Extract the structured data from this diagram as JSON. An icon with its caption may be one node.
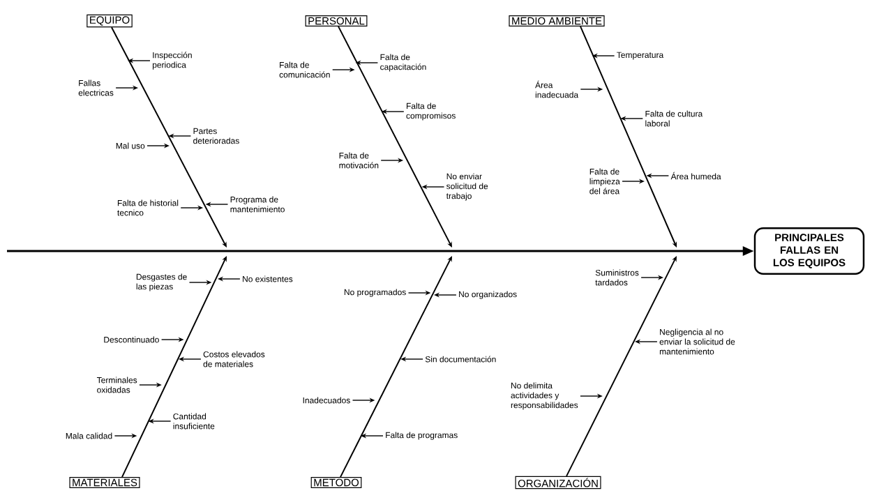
{
  "diagram": {
    "nodes": [
      {
        "text": [
          "EQUIPO"
        ]
      },
      {
        "text": [
          "PERSONAL"
        ]
      },
      {
        "text": [
          "MEDIO AMBIENTE"
        ]
      },
      {
        "text": [
          "MATERIALES"
        ]
      },
      {
        "text": [
          "METODO"
        ]
      },
      {
        "text": [
          "ORGANIZACIÓN"
        ]
      },
      {
        "text": [
          "PRINCIPALES FALLAS EN LOS EQUIPOS"
        ]
      },
      {
        "text": [
          "Inspección periodica"
        ]
      },
      {
        "text": [
          "Fallas electricas"
        ]
      },
      {
        "text": [
          "Partes deterioradas"
        ]
      },
      {
        "text": [
          "Mal uso"
        ]
      },
      {
        "text": [
          "Programa de mantenimiento"
        ]
      },
      {
        "text": [
          "Falta de historial tecnico"
        ]
      },
      {
        "text": [
          "Falta de comunicación"
        ]
      },
      {
        "text": [
          "Falta de capacitación"
        ]
      },
      {
        "text": [
          "Falta de compromisos"
        ]
      },
      {
        "text": [
          "Falta de motivación"
        ]
      },
      {
        "text": [
          "No enviar solicitud de trabajo"
        ]
      },
      {
        "text": [
          "Temperatura"
        ]
      },
      {
        "text": [
          "Área inadecuada"
        ]
      },
      {
        "text": [
          "Falta de cultura laboral"
        ]
      },
      {
        "text": [
          "Falta de limpieza del área"
        ]
      },
      {
        "text": [
          "Área humeda"
        ]
      },
      {
        "text": [
          "Desgastes de las piezas"
        ]
      },
      {
        "text": [
          "No existentes"
        ]
      },
      {
        "text": [
          "Descontinuado"
        ]
      },
      {
        "text": [
          "Costos elevados de materiales"
        ]
      },
      {
        "text": [
          "Terminales oxidadas"
        ]
      },
      {
        "text": [
          "Cantidad insuficiente"
        ]
      },
      {
        "text": [
          "Mala calidad"
        ]
      },
      {
        "text": [
          "No programados"
        ]
      },
      {
        "text": [
          "No organizados"
        ]
      },
      {
        "text": [
          "Sin documentación"
        ]
      },
      {
        "text": [
          "Inadecuados"
        ]
      },
      {
        "text": [
          "Falta de programas"
        ]
      },
      {
        "text": [
          "Suministros tardados"
        ]
      },
      {
        "text": [
          "Negligencia al no enviar la solicitud de mantenimiento"
        ]
      },
      {
        "text": [
          "No delimita actividades y responsabilidades"
        ]
      }
    ],
    "edges": [
      {
        "from": null,
        "to": 6,
        "arrow": "to"
      },
      {
        "from": 0,
        "to": null,
        "arrow": "to"
      },
      {
        "from": 1,
        "to": null,
        "arrow": "to"
      },
      {
        "from": 2,
        "to": null,
        "arrow": "to"
      },
      {
        "from": 3,
        "to": null,
        "arrow": "to"
      },
      {
        "from": 4,
        "to": null,
        "arrow": "to"
      },
      {
        "from": 5,
        "to": null,
        "arrow": "to"
      },
      {
        "from": 7,
        "to": null,
        "arrow": "to"
      },
      {
        "from": 8,
        "to": null,
        "arrow": "to"
      },
      {
        "from": 9,
        "to": null,
        "arrow": "to"
      },
      {
        "from": 10,
        "to": null,
        "arrow": "to"
      },
      {
        "from": 11,
        "to": null,
        "arrow": "to"
      },
      {
        "from": 12,
        "to": null,
        "arrow": "to"
      },
      {
        "from": 13,
        "to": null,
        "arrow": "to"
      },
      {
        "from": 14,
        "to": null,
        "arrow": "to"
      },
      {
        "from": 15,
        "to": null,
        "arrow": "to"
      },
      {
        "from": 16,
        "to": null,
        "arrow": "to"
      },
      {
        "from": 17,
        "to": null,
        "arrow": "to"
      },
      {
        "from": 18,
        "to": null,
        "arrow": "to"
      },
      {
        "from": 19,
        "to": null,
        "arrow": "to"
      },
      {
        "from": 20,
        "to": null,
        "arrow": "to"
      },
      {
        "from": 21,
        "to": null,
        "arrow": "to"
      },
      {
        "from": 22,
        "to": null,
        "arrow": "to"
      },
      {
        "from": 23,
        "to": null,
        "arrow": "to"
      },
      {
        "from": 24,
        "to": null,
        "arrow": "to"
      },
      {
        "from": 25,
        "to": null,
        "arrow": "to"
      },
      {
        "from": 26,
        "to": null,
        "arrow": "to"
      },
      {
        "from": 27,
        "to": null,
        "arrow": "to"
      },
      {
        "from": 28,
        "to": null,
        "arrow": "to"
      },
      {
        "from": 29,
        "to": null,
        "arrow": "to"
      },
      {
        "from": 30,
        "to": null,
        "arrow": "to"
      },
      {
        "from": 31,
        "to": null,
        "arrow": "to"
      },
      {
        "from": 32,
        "to": null,
        "arrow": "to"
      },
      {
        "from": 33,
        "to": null,
        "arrow": "to"
      },
      {
        "from": 34,
        "to": null,
        "arrow": "to"
      },
      {
        "from": 35,
        "to": null,
        "arrow": "to"
      },
      {
        "from": 36,
        "to": null,
        "arrow": "to"
      },
      {
        "from": 37,
        "to": null,
        "arrow": "to"
      }
    ]
  }
}
